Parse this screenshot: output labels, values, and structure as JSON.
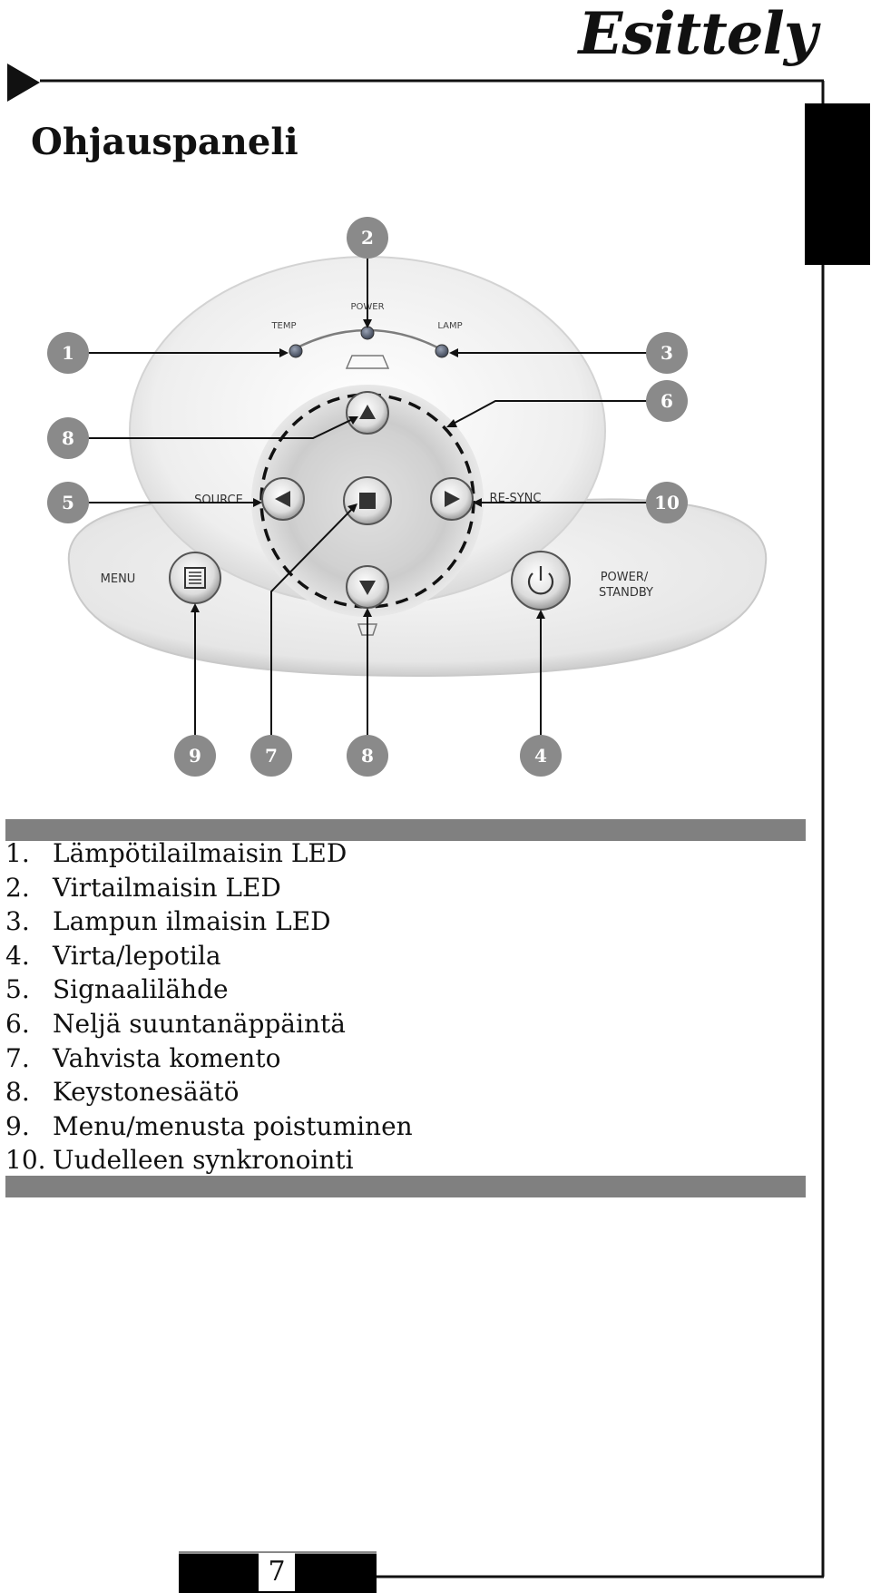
{
  "header": {
    "chapter_title": "Esittely",
    "section_heading": "Ohjauspaneli"
  },
  "panel": {
    "button_labels": {
      "temp": "TEMP",
      "power": "POWER",
      "lamp": "LAMP",
      "source": "SOURCE",
      "resync": "RE-SYNC",
      "menu": "MENU",
      "power_standby_line1": "POWER/",
      "power_standby_line2": "STANDBY"
    },
    "callouts": {
      "c1": "1",
      "c2": "2",
      "c3": "3",
      "c4": "4",
      "c5": "5",
      "c6": "6",
      "c7": "7",
      "c8_left": "8",
      "c8_bottom": "8",
      "c9": "9",
      "c10": "10"
    },
    "icons": {
      "up": "up-arrow-icon",
      "down": "down-arrow-icon",
      "left": "left-arrow-icon",
      "right": "right-arrow-icon",
      "center": "square-icon",
      "menu": "menu-lines-icon",
      "power": "power-icon",
      "keystone": "trapezoid-icon"
    }
  },
  "legend": {
    "items": [
      {
        "num": "1.",
        "text": "Lämpötilailmaisin LED"
      },
      {
        "num": "2.",
        "text": "Virtailmaisin LED"
      },
      {
        "num": "3.",
        "text": "Lampun ilmaisin LED"
      },
      {
        "num": "4.",
        "text": "Virta/lepotila"
      },
      {
        "num": "5.",
        "text": "Signaalilähde"
      },
      {
        "num": "6.",
        "text": "Neljä suuntanäppäintä"
      },
      {
        "num": "7.",
        "text": "Vahvista komento"
      },
      {
        "num": "8.",
        "text": "Keystonesäätö"
      },
      {
        "num": "9.",
        "text": "Menu/menusta poistuminen"
      },
      {
        "num": "10.",
        "text": "Uudelleen synkronointi"
      }
    ]
  },
  "footer": {
    "page_number": "7"
  },
  "colors": {
    "text": "#111111",
    "bar_gray": "#808080",
    "callout_gray": "#8a8a8a",
    "thumb_tab": "#000000"
  }
}
